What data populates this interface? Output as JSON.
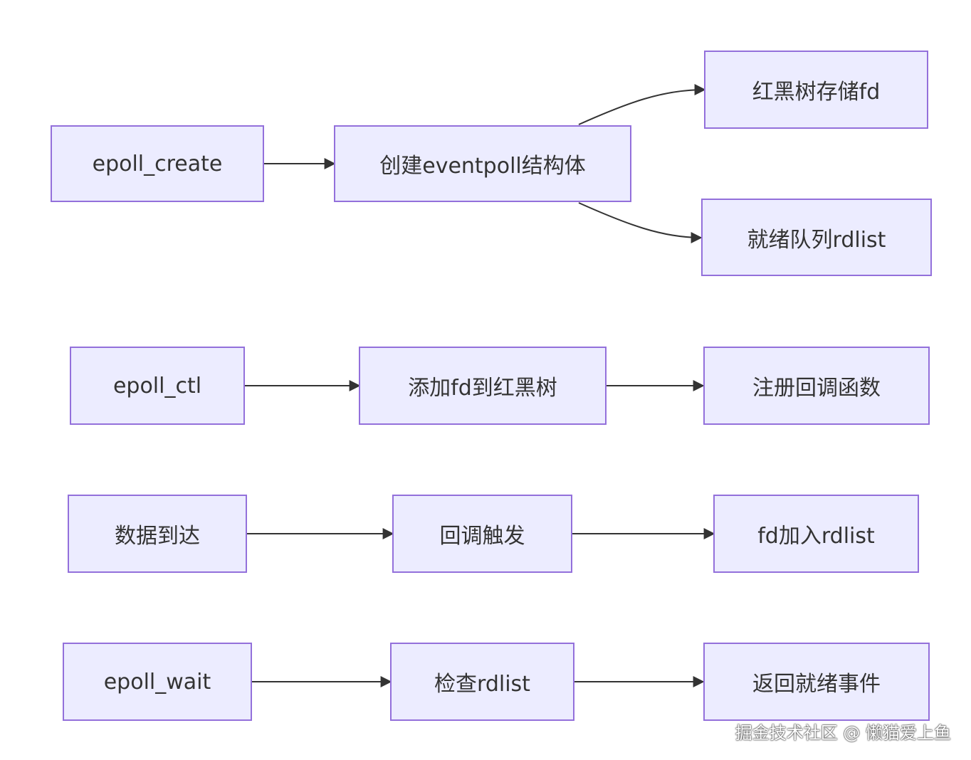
{
  "diagram": {
    "rows": [
      {
        "nodes": [
          {
            "id": "epoll_create",
            "label": "epoll_create"
          },
          {
            "id": "create_eventpoll",
            "label": "创建eventpoll结构体"
          },
          {
            "id": "rbtree_store",
            "label": "红黑树存储fd"
          },
          {
            "id": "ready_list",
            "label": "就绪队列rdlist"
          }
        ]
      },
      {
        "nodes": [
          {
            "id": "epoll_ctl",
            "label": "epoll_ctl"
          },
          {
            "id": "add_fd",
            "label": "添加fd到红黑树"
          },
          {
            "id": "register_callback",
            "label": "注册回调函数"
          }
        ]
      },
      {
        "nodes": [
          {
            "id": "data_arrive",
            "label": "数据到达"
          },
          {
            "id": "callback_trigger",
            "label": "回调触发"
          },
          {
            "id": "fd_join",
            "label": "fd加入rdlist"
          }
        ]
      },
      {
        "nodes": [
          {
            "id": "epoll_wait",
            "label": "epoll_wait"
          },
          {
            "id": "check_rdlist",
            "label": "检查rdlist"
          },
          {
            "id": "return_events",
            "label": "返回就绪事件"
          }
        ]
      }
    ],
    "edges": [
      {
        "from": "epoll_create",
        "to": "create_eventpoll"
      },
      {
        "from": "create_eventpoll",
        "to": "rbtree_store"
      },
      {
        "from": "create_eventpoll",
        "to": "ready_list"
      },
      {
        "from": "epoll_ctl",
        "to": "add_fd"
      },
      {
        "from": "add_fd",
        "to": "register_callback"
      },
      {
        "from": "data_arrive",
        "to": "callback_trigger"
      },
      {
        "from": "callback_trigger",
        "to": "fd_join"
      },
      {
        "from": "epoll_wait",
        "to": "check_rdlist"
      },
      {
        "from": "check_rdlist",
        "to": "return_events"
      }
    ],
    "colors": {
      "node_fill": "#ECECFF",
      "node_border": "#9370DB",
      "text": "#333333",
      "edge": "#333333"
    }
  },
  "watermark": "掘金技术社区 @ 懒猫爱上鱼"
}
